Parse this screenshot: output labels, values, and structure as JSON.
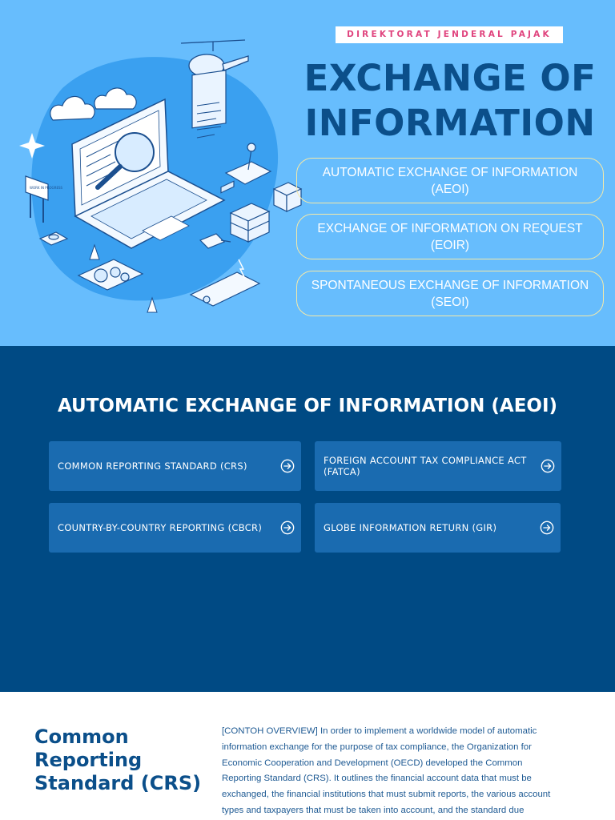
{
  "hero": {
    "brand": "DIREKTORAT JENDERAL PAJAK",
    "title_lines": [
      "EXCHANGE OF",
      "INFORMATION"
    ],
    "pills": [
      {
        "lines": [
          "AUTOMATIC EXCHANGE OF INFORMATION",
          "(AEOI)"
        ]
      },
      {
        "lines": [
          "EXCHANGE OF INFORMATION ON REQUEST",
          "(EOIR)"
        ]
      },
      {
        "lines": [
          "SPONTANEOUS EXCHANGE OF INFORMATION",
          "(SEOI)"
        ]
      }
    ],
    "illustration_sign": "WORK IN PROGRESS"
  },
  "aeoi": {
    "title": "AUTOMATIC EXCHANGE OF INFORMATION (AEOI)",
    "cards": [
      {
        "label": "COMMON REPORTING STANDARD (CRS)",
        "icon": "arrow-right-circle-icon"
      },
      {
        "label": "FOREIGN ACCOUNT TAX COMPLIANCE ACT (FATCA)",
        "icon": "arrow-right-circle-icon"
      },
      {
        "label": "COUNTRY-BY-COUNTRY REPORTING (CBCR)",
        "icon": "arrow-right-circle-icon"
      },
      {
        "label": "GLOBE INFORMATION RETURN (GIR)",
        "icon": "arrow-right-circle-icon"
      }
    ]
  },
  "crs": {
    "title_lines": [
      "Common",
      "Reporting",
      "Standard (CRS)"
    ],
    "paragraph_lines": [
      "[CONTOH OVERVIEW] In order to implement a worldwide model of automatic",
      "information exchange for the purpose of tax compliance, the Organization for",
      "Economic Cooperation and Development (OECD) developed the Common",
      "Reporting Standard (CRS). It outlines the financial account data that must be",
      "exchanged, the financial institutions that must submit reports, the various account",
      "types and taxpayers that must be taken into account, and the standard due"
    ]
  },
  "colors": {
    "hero_bg": "#67bdfd",
    "title": "#0b4f8a",
    "brand_text": "#e0447e",
    "pill_border": "#f4e9a8",
    "section_bg": "#004a84",
    "card_bg": "#1a6bb0"
  }
}
